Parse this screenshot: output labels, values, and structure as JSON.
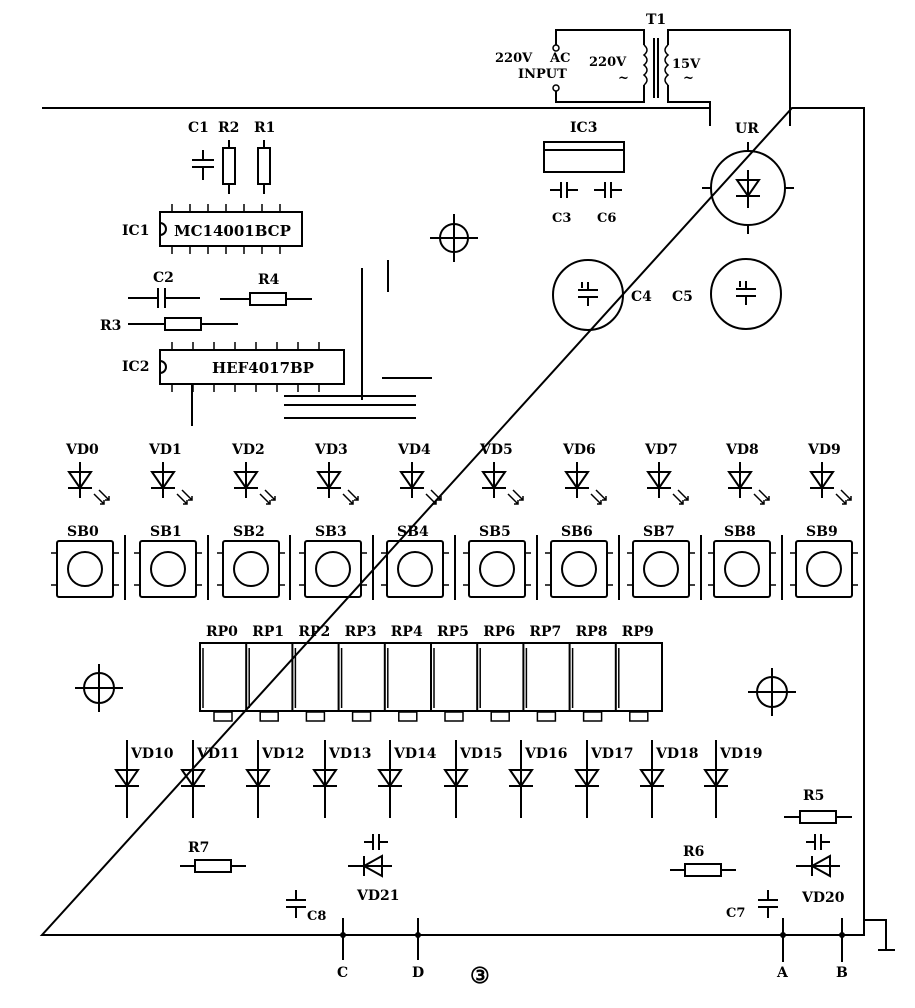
{
  "transformer": {
    "name": "T1",
    "in_voltage": "220V",
    "in_label_1": "AC",
    "in_label_2": "INPUT",
    "primary": "220V",
    "secondary": "15V"
  },
  "components": {
    "c1": "C1",
    "r2": "R2",
    "r1": "R1",
    "ic1": "IC1",
    "ic1_part": "MC14001BCP",
    "c2": "C2",
    "r4": "R4",
    "r3": "R3",
    "ic2": "IC2",
    "ic2_part": "HEF4017BP",
    "ic3": "IC3",
    "c3": "C3",
    "c6": "C6",
    "ur": "UR",
    "c4": "C4",
    "c5": "C5",
    "r7": "R7",
    "r6": "R6",
    "r5": "R5",
    "vd21": "VD21",
    "vd20": "VD20",
    "c8": "C8",
    "c7": "C7"
  },
  "leds": [
    "VD0",
    "VD1",
    "VD2",
    "VD3",
    "VD4",
    "VD5",
    "VD6",
    "VD7",
    "VD8",
    "VD9"
  ],
  "switches": [
    "SB0",
    "SB1",
    "SB2",
    "SB3",
    "SB4",
    "SB5",
    "SB6",
    "SB7",
    "SB8",
    "SB9"
  ],
  "pots": [
    "RP0",
    "RP1",
    "RP2",
    "RP3",
    "RP4",
    "RP5",
    "RP6",
    "RP7",
    "RP8",
    "RP9"
  ],
  "diodes": [
    "VD10",
    "VD11",
    "VD12",
    "VD13",
    "VD14",
    "VD15",
    "VD16",
    "VD17",
    "VD18",
    "VD19"
  ],
  "terminals": {
    "c": "C",
    "d": "D",
    "a": "A",
    "b": "B"
  },
  "figure_number": "③"
}
